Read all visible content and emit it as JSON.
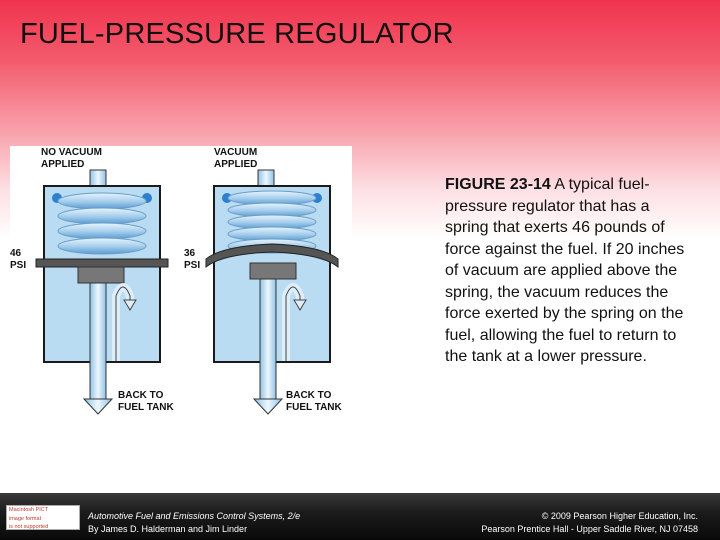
{
  "slide": {
    "title": "FUEL-PRESSURE REGULATOR"
  },
  "figure": {
    "left_label_top": [
      "NO VACUUM",
      "APPLIED"
    ],
    "right_label_top": [
      "VACUUM",
      "APPLIED"
    ],
    "left_pressure": [
      "46",
      "PSI"
    ],
    "right_pressure": [
      "36",
      "PSI"
    ],
    "left_bottom": [
      "BACK TO",
      "FUEL TANK"
    ],
    "right_bottom": [
      "BACK TO",
      "FUEL TANK"
    ]
  },
  "caption": {
    "number": "FIGURE 23-14",
    "text": " A typical fuel-pressure regulator that has a spring that exerts 46 pounds of force against the fuel. If 20 inches of vacuum are applied above the spring, the vacuum reduces the force exerted by the spring on the fuel, allowing the fuel to return to the tank at a lower pressure."
  },
  "footer": {
    "badge_text": [
      "Macintosh PICT",
      "image format",
      "is not supported"
    ],
    "book_title": "Automotive Fuel and Emissions Control Systems, 2/e",
    "authors": "By James D. Halderman and Jim Linder",
    "copyright": "© 2009 Pearson Higher Education, Inc.",
    "publisher": "Pearson Prentice Hall - Upper Saddle River, NJ 07458"
  },
  "colors": {
    "housing": "#b9dcf3",
    "housing_border": "#1a1a1a",
    "spring": "#5aa0d8",
    "dot": "#2f7fd0",
    "diaphragm": "#555555"
  }
}
